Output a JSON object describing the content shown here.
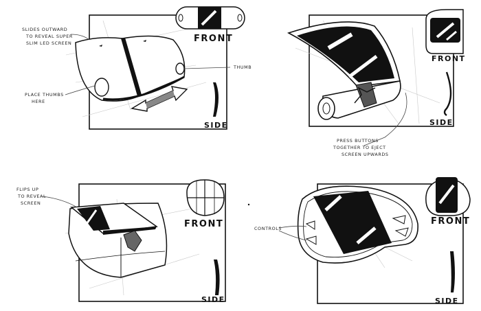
{
  "sketches": [
    {
      "annotations": [
        "SLIDES OUTWARD",
        "TO REVEAL SUPER",
        "SLIM LED SCREEN",
        "PLACE THUMBS",
        "HERE",
        "THUMB"
      ],
      "front_label": "FRONT",
      "side_label": "SIDE"
    },
    {
      "annotations": [
        "PRESS BUTTONS",
        "TOGETHER TO EJECT",
        "SCREEN UPWARDS"
      ],
      "front_label": "FRONT",
      "side_label": "SIDE"
    },
    {
      "annotations": [
        "FLIPS UP",
        "TO REVEAL",
        "SCREEN"
      ],
      "front_label": "FRONT",
      "side_label": "SIDE"
    },
    {
      "annotations": [
        "CONTROLS"
      ],
      "front_label": "FRONT",
      "side_label": "SIDE"
    }
  ],
  "colors": {
    "ink": "#111111",
    "paper": "#ffffff",
    "guide": "#bbbbbb"
  }
}
